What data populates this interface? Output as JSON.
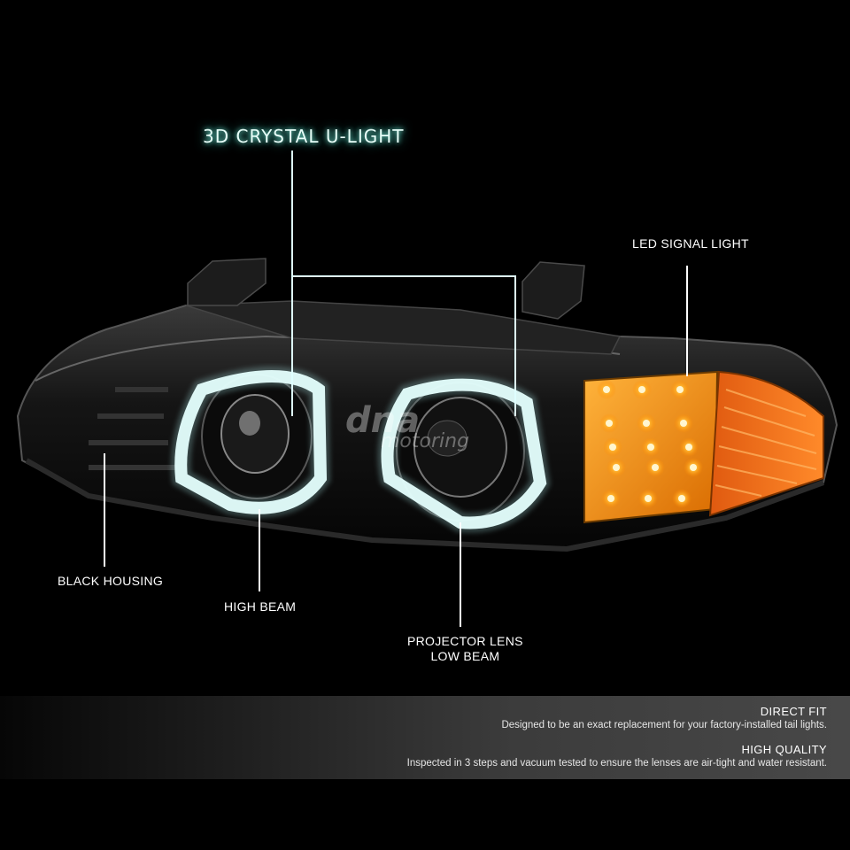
{
  "headline": "3D CRYSTAL U-LIGHT",
  "callouts": {
    "led_signal": "LED SIGNAL LIGHT",
    "black_housing": "BLACK HOUSING",
    "high_beam": "HIGH BEAM",
    "projector_line1": "PROJECTOR LENS",
    "projector_line2": "LOW BEAM"
  },
  "features": [
    {
      "title": "DIRECT FIT",
      "text": "Designed to be an exact replacement for your factory-installed tail lights."
    },
    {
      "title": "HIGH QUALITY",
      "text": "Inspected in 3 steps and vacuum tested to ensure the lenses are air-tight and water resistant."
    }
  ],
  "watermark": "dna motoring",
  "colors": {
    "accent_glow": "#7ff7e4",
    "amber": "#ff9a1a",
    "background": "#000000"
  }
}
